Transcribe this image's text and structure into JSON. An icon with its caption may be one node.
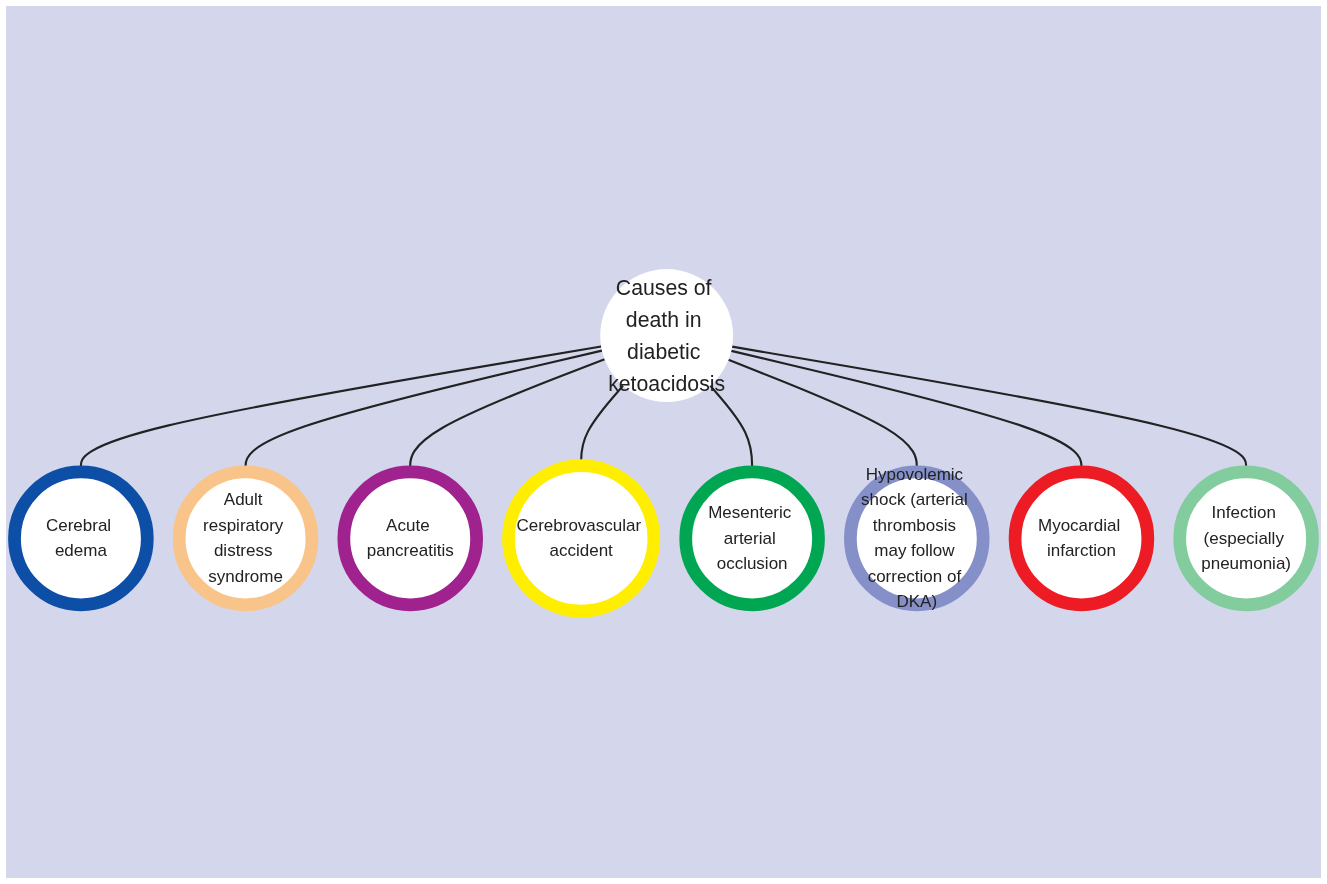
{
  "diagram": {
    "nodes": [
      {
        "text": [
          "Causes of death in diabetic ketoacidosis"
        ]
      },
      {
        "text": [
          "Cerebral edema"
        ]
      },
      {
        "text": [
          "Adult respiratory distress syndrome"
        ]
      },
      {
        "text": [
          "Acute pancreatitis"
        ]
      },
      {
        "text": [
          "Cerebrovascular accident"
        ]
      },
      {
        "text": [
          "Mesenteric arterial occlusion"
        ]
      },
      {
        "text": [
          "Hypovolemic shock (arterial thrombosis may follow correction of DKA)"
        ]
      },
      {
        "text": [
          "Myocardial infarction"
        ]
      },
      {
        "text": [
          "Infection (especially pneumonia)"
        ]
      }
    ],
    "edges": [
      {
        "from": 0,
        "to": 1,
        "arrow": "none"
      },
      {
        "from": 0,
        "to": 2,
        "arrow": "none"
      },
      {
        "from": 0,
        "to": 3,
        "arrow": "none"
      },
      {
        "from": 0,
        "to": 4,
        "arrow": "none"
      },
      {
        "from": 0,
        "to": 5,
        "arrow": "none"
      },
      {
        "from": 0,
        "to": 6,
        "arrow": "none"
      },
      {
        "from": 0,
        "to": 7,
        "arrow": "none"
      },
      {
        "from": 0,
        "to": 8,
        "arrow": "none"
      }
    ]
  }
}
